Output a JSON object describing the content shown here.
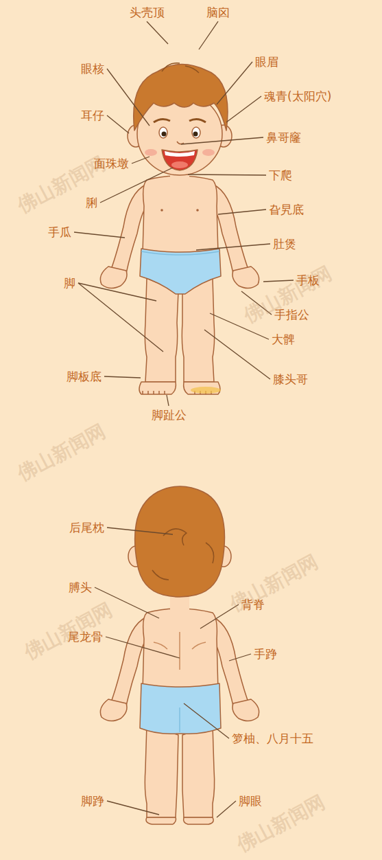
{
  "diagram": {
    "labels": [
      "头壳顶",
      "脑囟",
      "眼核",
      "眼眉",
      "魂青(太阳穴)",
      "耳仔",
      "鼻哥窿",
      "面珠墩",
      "下爬",
      "脷",
      "旮旯底",
      "肚煲",
      "手瓜",
      "手板",
      "脚",
      "手指公",
      "大髀",
      "膝头哥",
      "脚板底",
      "脚趾公",
      "后尾枕",
      "膊头",
      "背脊",
      "尾龙骨",
      "手踭",
      "箩柚、八月十五",
      "脚踭",
      "脚眼",
      "佛山新闻网",
      "佛山新闻网",
      "佛山新闻网",
      "佛山新闻网",
      "佛山新闻网",
      "佛山新闻网"
    ]
  }
}
